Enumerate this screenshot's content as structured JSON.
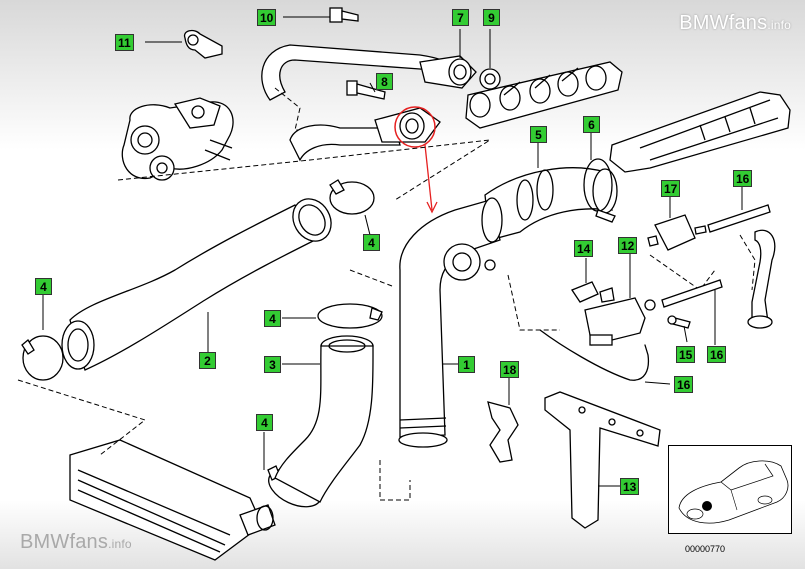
{
  "watermark": {
    "brand": "BMWfans",
    "suffix": ".info"
  },
  "callouts": {
    "c1": "1",
    "c2": "2",
    "c3": "3",
    "c4a": "4",
    "c4b": "4",
    "c4c": "4",
    "c4d": "4",
    "c5": "5",
    "c6": "6",
    "c7": "7",
    "c8": "8",
    "c9": "9",
    "c10": "10",
    "c11": "11",
    "c12": "12",
    "c13": "13",
    "c14": "14",
    "c15": "15",
    "c16a": "16",
    "c16b": "16",
    "c16c": "16",
    "c17": "17",
    "c18": "18"
  },
  "inset": {
    "code": "00000770"
  },
  "colors": {
    "callout_fill": "#33cc33",
    "highlight": "#e52020",
    "line": "#000000"
  }
}
